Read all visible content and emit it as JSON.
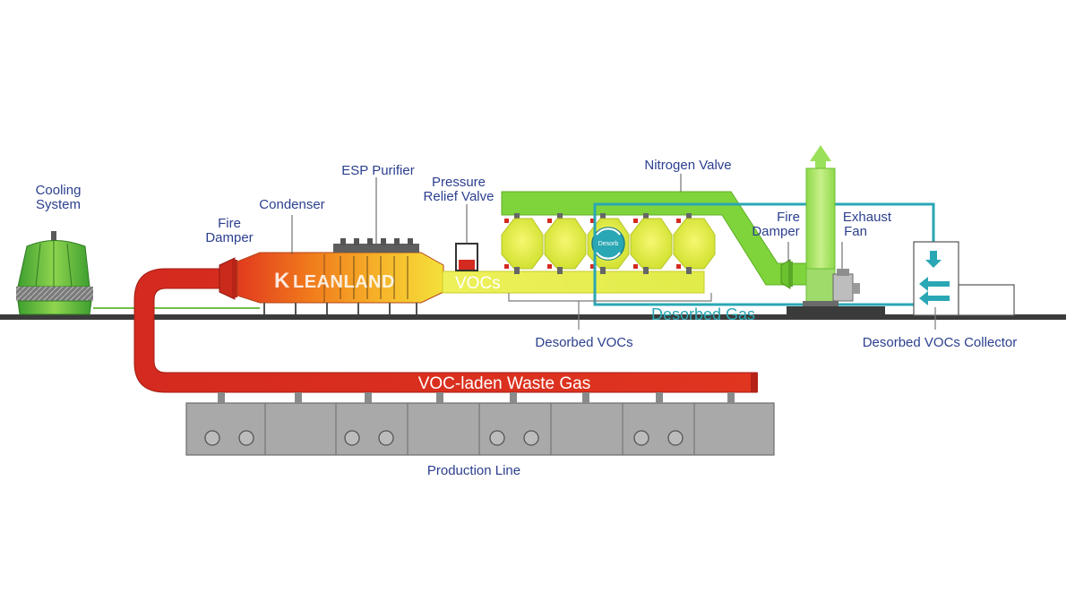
{
  "labels": {
    "cooling_system": [
      "Cooling",
      "System"
    ],
    "fire_damper_left": [
      "Fire",
      "Damper"
    ],
    "condenser": "Condenser",
    "esp_purifier": "ESP Purifier",
    "pressure_relief_valve": [
      "Pressure",
      "Relief Valve"
    ],
    "nitrogen_valve": "Nitrogen Valve",
    "fire_damper_right": [
      "Fire",
      "Damper"
    ],
    "exhaust_fan": [
      "Exhaust",
      "Fan"
    ],
    "desorbed_vocs": "Desorbed VOCs",
    "desorbed_vocs_collector": "Desorbed VOCs Collector",
    "production_line": "Production Line"
  },
  "flows": {
    "vocs": "VOCs",
    "desorbed_gas": "Desorbed Gas",
    "waste_gas": "VOC-laden Waste Gas"
  },
  "logo": {
    "k": "K",
    "text": "LEANLAND"
  },
  "desorb_badge": "Desorb",
  "colors": {
    "label_blue": "#2b3f8f",
    "waste_red": "#d42a1f",
    "voc_yellow": "#e8ef3c",
    "nitrogen_green": "#7ed43a",
    "desorbed_teal": "#2aa7b4",
    "cooling_green": "#4fb23a",
    "production_gray": "#a9a9a9"
  }
}
